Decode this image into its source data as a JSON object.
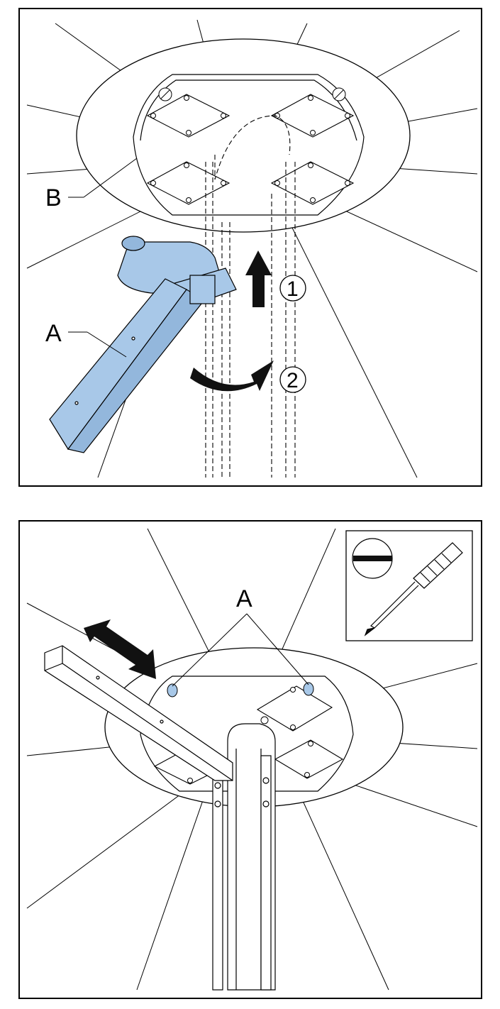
{
  "panels": [
    {
      "id": "step-1",
      "callouts": {
        "part_b": "B",
        "part_a": "A"
      },
      "steps": [
        {
          "number": "1",
          "motion": "lift"
        },
        {
          "number": "2",
          "motion": "rotate"
        }
      ],
      "colors": {
        "highlight": "#a8c8e8",
        "arrow": "#111111",
        "line": "#000000"
      }
    },
    {
      "id": "step-2",
      "callouts": {
        "screws": "A"
      },
      "tool_inset": {
        "tool": "flat-screwdriver-icon"
      },
      "motion": "slide-in-out",
      "colors": {
        "screw": "#a8c8e8",
        "line": "#000000"
      }
    }
  ]
}
